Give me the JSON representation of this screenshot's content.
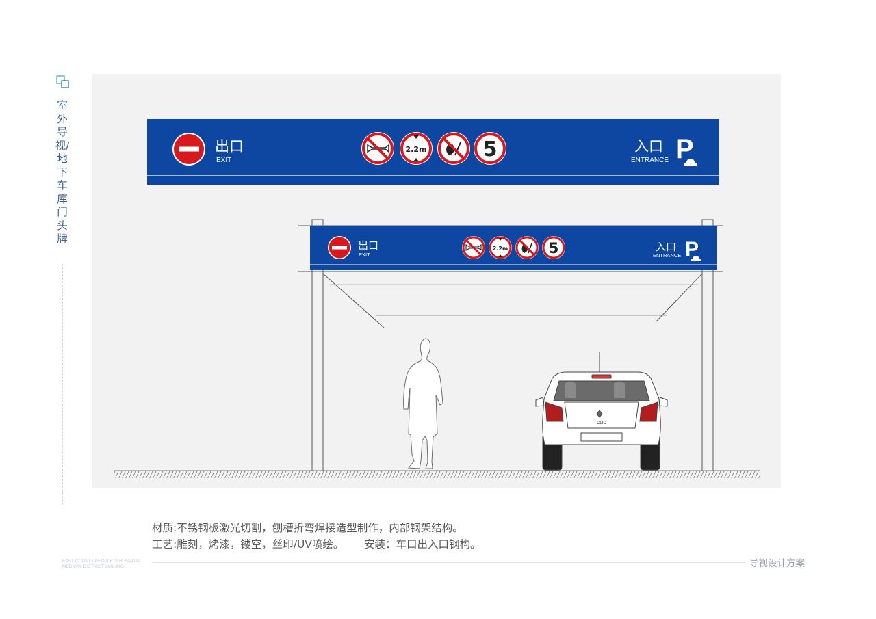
{
  "sidebar": {
    "title": "室外导视/地下车库门头牌",
    "icon": "squares-icon"
  },
  "sign": {
    "exit_zh": "出口",
    "exit_en": "EXIT",
    "entrance_zh": "入口",
    "entrance_en": "ENTRANCE",
    "parking": "P",
    "height_limit": "2.2m",
    "speed_limit": "5",
    "icons": [
      "no-entry-icon",
      "no-honking-icon",
      "height-limit-icon",
      "no-fire-icon",
      "speed-limit-icon",
      "parking-car-icon"
    ],
    "colors": {
      "sign_blue": "#0d47a1",
      "sign_red": "#d7191f",
      "panel_bg": "#f2f2f2"
    }
  },
  "car": {
    "badge": "CLIO"
  },
  "notes": {
    "material": "材质:不锈钢板激光切割，刨槽折弯焊接造型制作，内部钢架结构。",
    "process": "工艺:雕刻，烤漆，镂空，丝印/UV喷绘。",
    "install": "安装：车口出入口钢构。"
  },
  "footer": {
    "org_line1": "EAST COUNTY PEOPLE' S HOSPITAL",
    "org_line2": "MEDICAL DISTRICT LANLING",
    "right": "导视设计方案"
  }
}
